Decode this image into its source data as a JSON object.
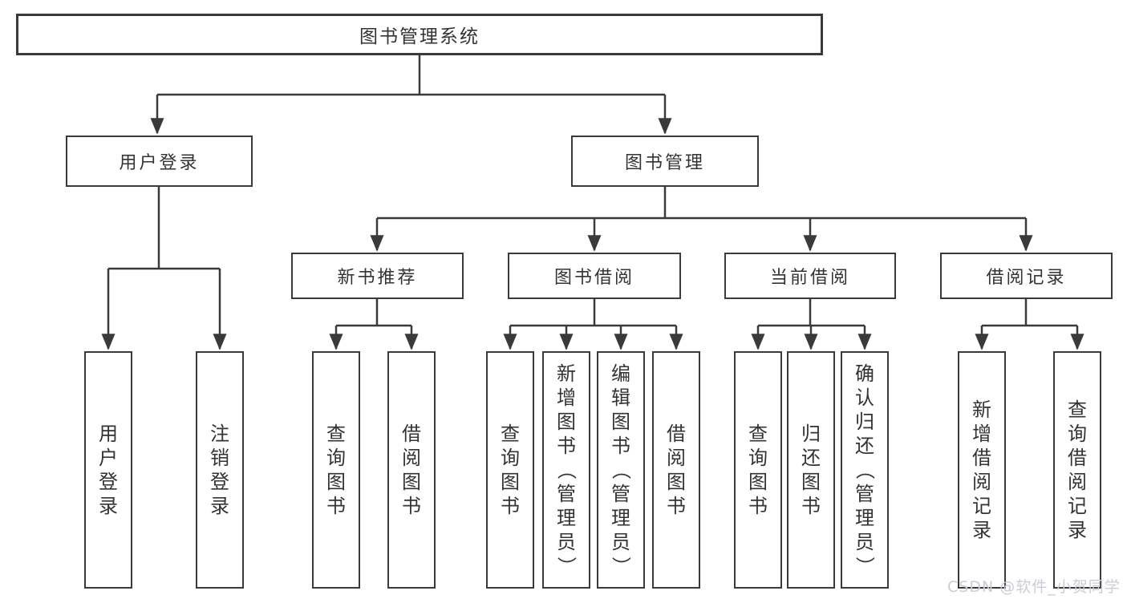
{
  "diagram": {
    "root": {
      "label": "图书管理系统"
    },
    "branches": [
      {
        "label": "用户登录",
        "children": [
          {
            "label": "用户登录"
          },
          {
            "label": "注销登录"
          }
        ]
      },
      {
        "label": "图书管理",
        "children": [
          {
            "label": "新书推荐",
            "children": [
              {
                "label": "查询图书"
              },
              {
                "label": "借阅图书"
              }
            ]
          },
          {
            "label": "图书借阅",
            "children": [
              {
                "label": "查询图书"
              },
              {
                "label": "新增图书（管理员）"
              },
              {
                "label": "编辑图书（管理员）"
              },
              {
                "label": "借阅图书"
              }
            ]
          },
          {
            "label": "当前借阅",
            "children": [
              {
                "label": "查询图书"
              },
              {
                "label": "归还图书"
              },
              {
                "label": "确认归还（管理员）"
              }
            ]
          },
          {
            "label": "借阅记录",
            "children": [
              {
                "label": "新增借阅记录"
              },
              {
                "label": "查询借阅记录"
              }
            ]
          }
        ]
      }
    ]
  },
  "watermark": {
    "text": "CSDN @软件_小贺同学"
  },
  "colors": {
    "line": "#3a3a3a",
    "text": "#333333",
    "watermark": "#ccccd6",
    "background": "#ffffff"
  }
}
